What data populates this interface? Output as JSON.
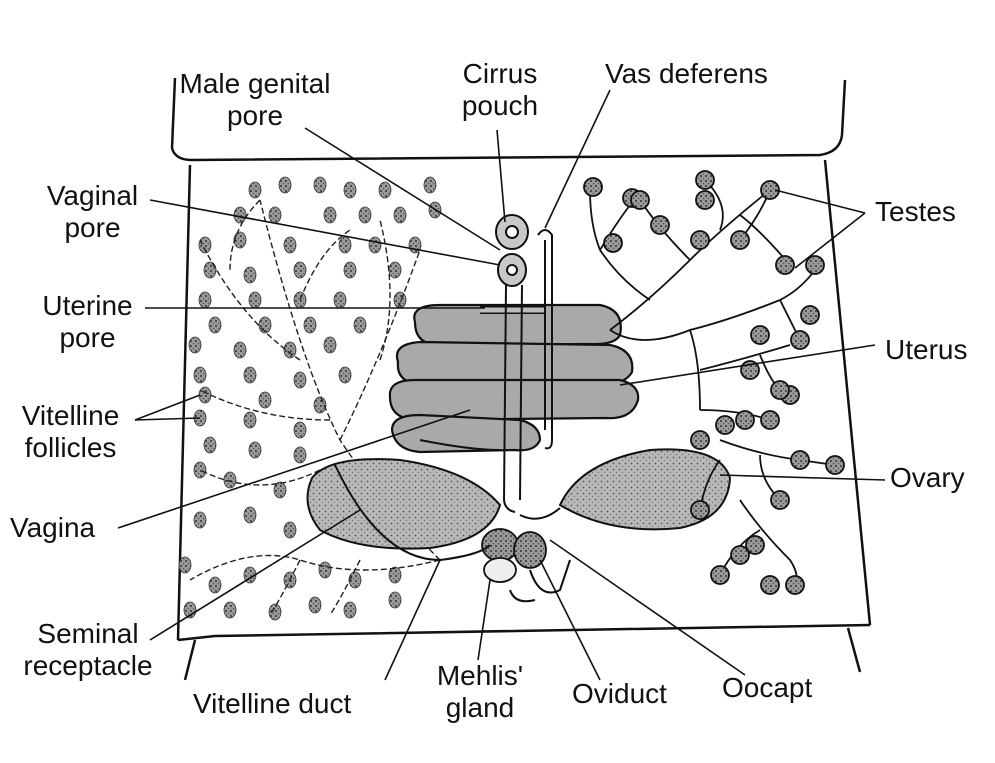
{
  "labels": {
    "male_genital_pore": [
      "Male genital",
      "pore"
    ],
    "cirrus_pouch": [
      "Cirrus",
      "pouch"
    ],
    "vas_deferens": "Vas deferens",
    "vaginal_pore": [
      "Vaginal",
      "pore"
    ],
    "testes": "Testes",
    "uterine_pore": [
      "Uterine",
      "pore"
    ],
    "uterus": "Uterus",
    "vitelline_follicles": [
      "Vitelline",
      "follicles"
    ],
    "ovary": "Ovary",
    "vagina": "Vagina",
    "seminal_receptacle": [
      "Seminal",
      "receptacle"
    ],
    "vitelline_duct": "Vitelline duct",
    "mehlis_gland": [
      "Mehlis'",
      "gland"
    ],
    "oviduct": "Oviduct",
    "oocapt": "Oocapt"
  }
}
